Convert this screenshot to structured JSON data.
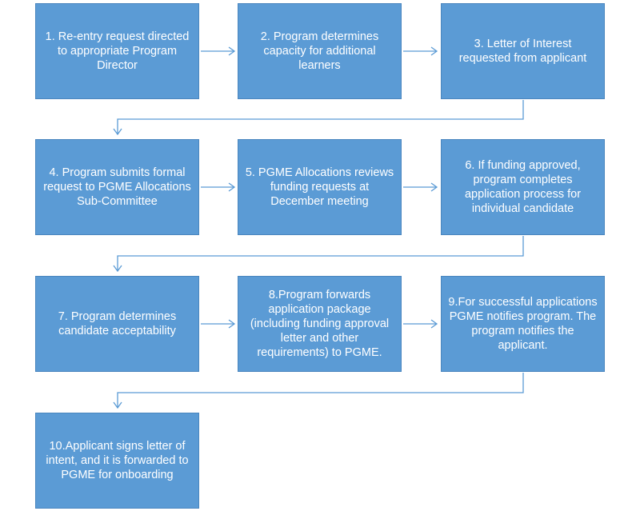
{
  "steps": [
    "1. Re-entry request directed to appropriate Program Director",
    "2. Program determines capacity for additional learners",
    "3. Letter of Interest requested from applicant",
    "4. Program submits formal request to PGME Allocations Sub-Committee",
    "5. PGME Allocations reviews funding requests at December meeting",
    "6. If funding approved, program completes application process for individual candidate",
    "7. Program determines candidate acceptability",
    "8.Program forwards application package (including funding approval letter and other requirements) to PGME.",
    "9.For successful applications PGME notifies program. The program notifies the applicant.",
    "10.Applicant signs letter of intent, and it is forwarded to PGME for onboarding"
  ],
  "colors": {
    "box_fill": "#5b9bd5",
    "connector": "#5b9bd5"
  }
}
